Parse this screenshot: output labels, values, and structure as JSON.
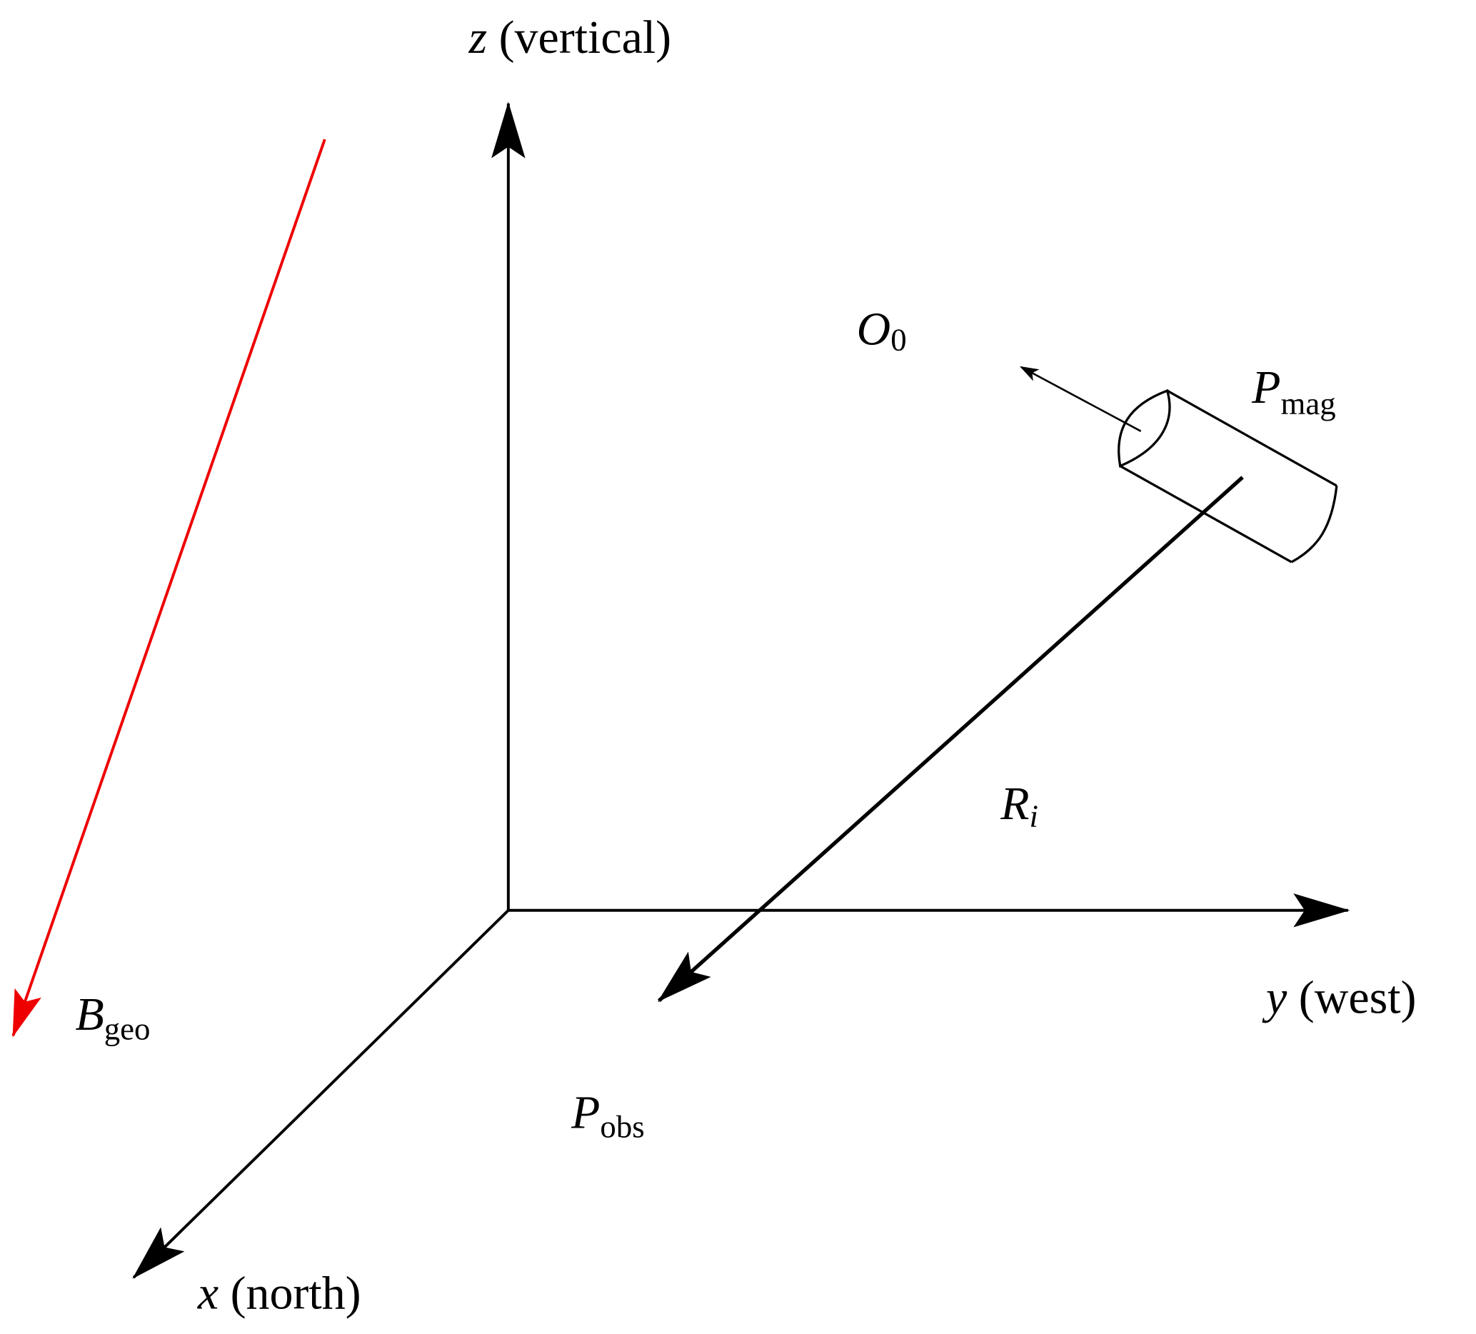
{
  "labels": {
    "z_axis": {
      "var": "z",
      "desc": "(vertical)"
    },
    "y_axis": {
      "var": "y",
      "desc": "(west)"
    },
    "x_axis": {
      "var": "x",
      "desc": "(north)"
    },
    "o0": {
      "main": "O",
      "sub": "0"
    },
    "pmag": {
      "main": "P",
      "sub": "mag"
    },
    "ri": {
      "main": "R",
      "sub": "i"
    },
    "bgeo": {
      "main": "B",
      "sub": "geo"
    },
    "pobs": {
      "main": "P",
      "sub": "obs"
    }
  },
  "colors": {
    "axes": "#000000",
    "geomagnetic_field": "#ee0000"
  }
}
